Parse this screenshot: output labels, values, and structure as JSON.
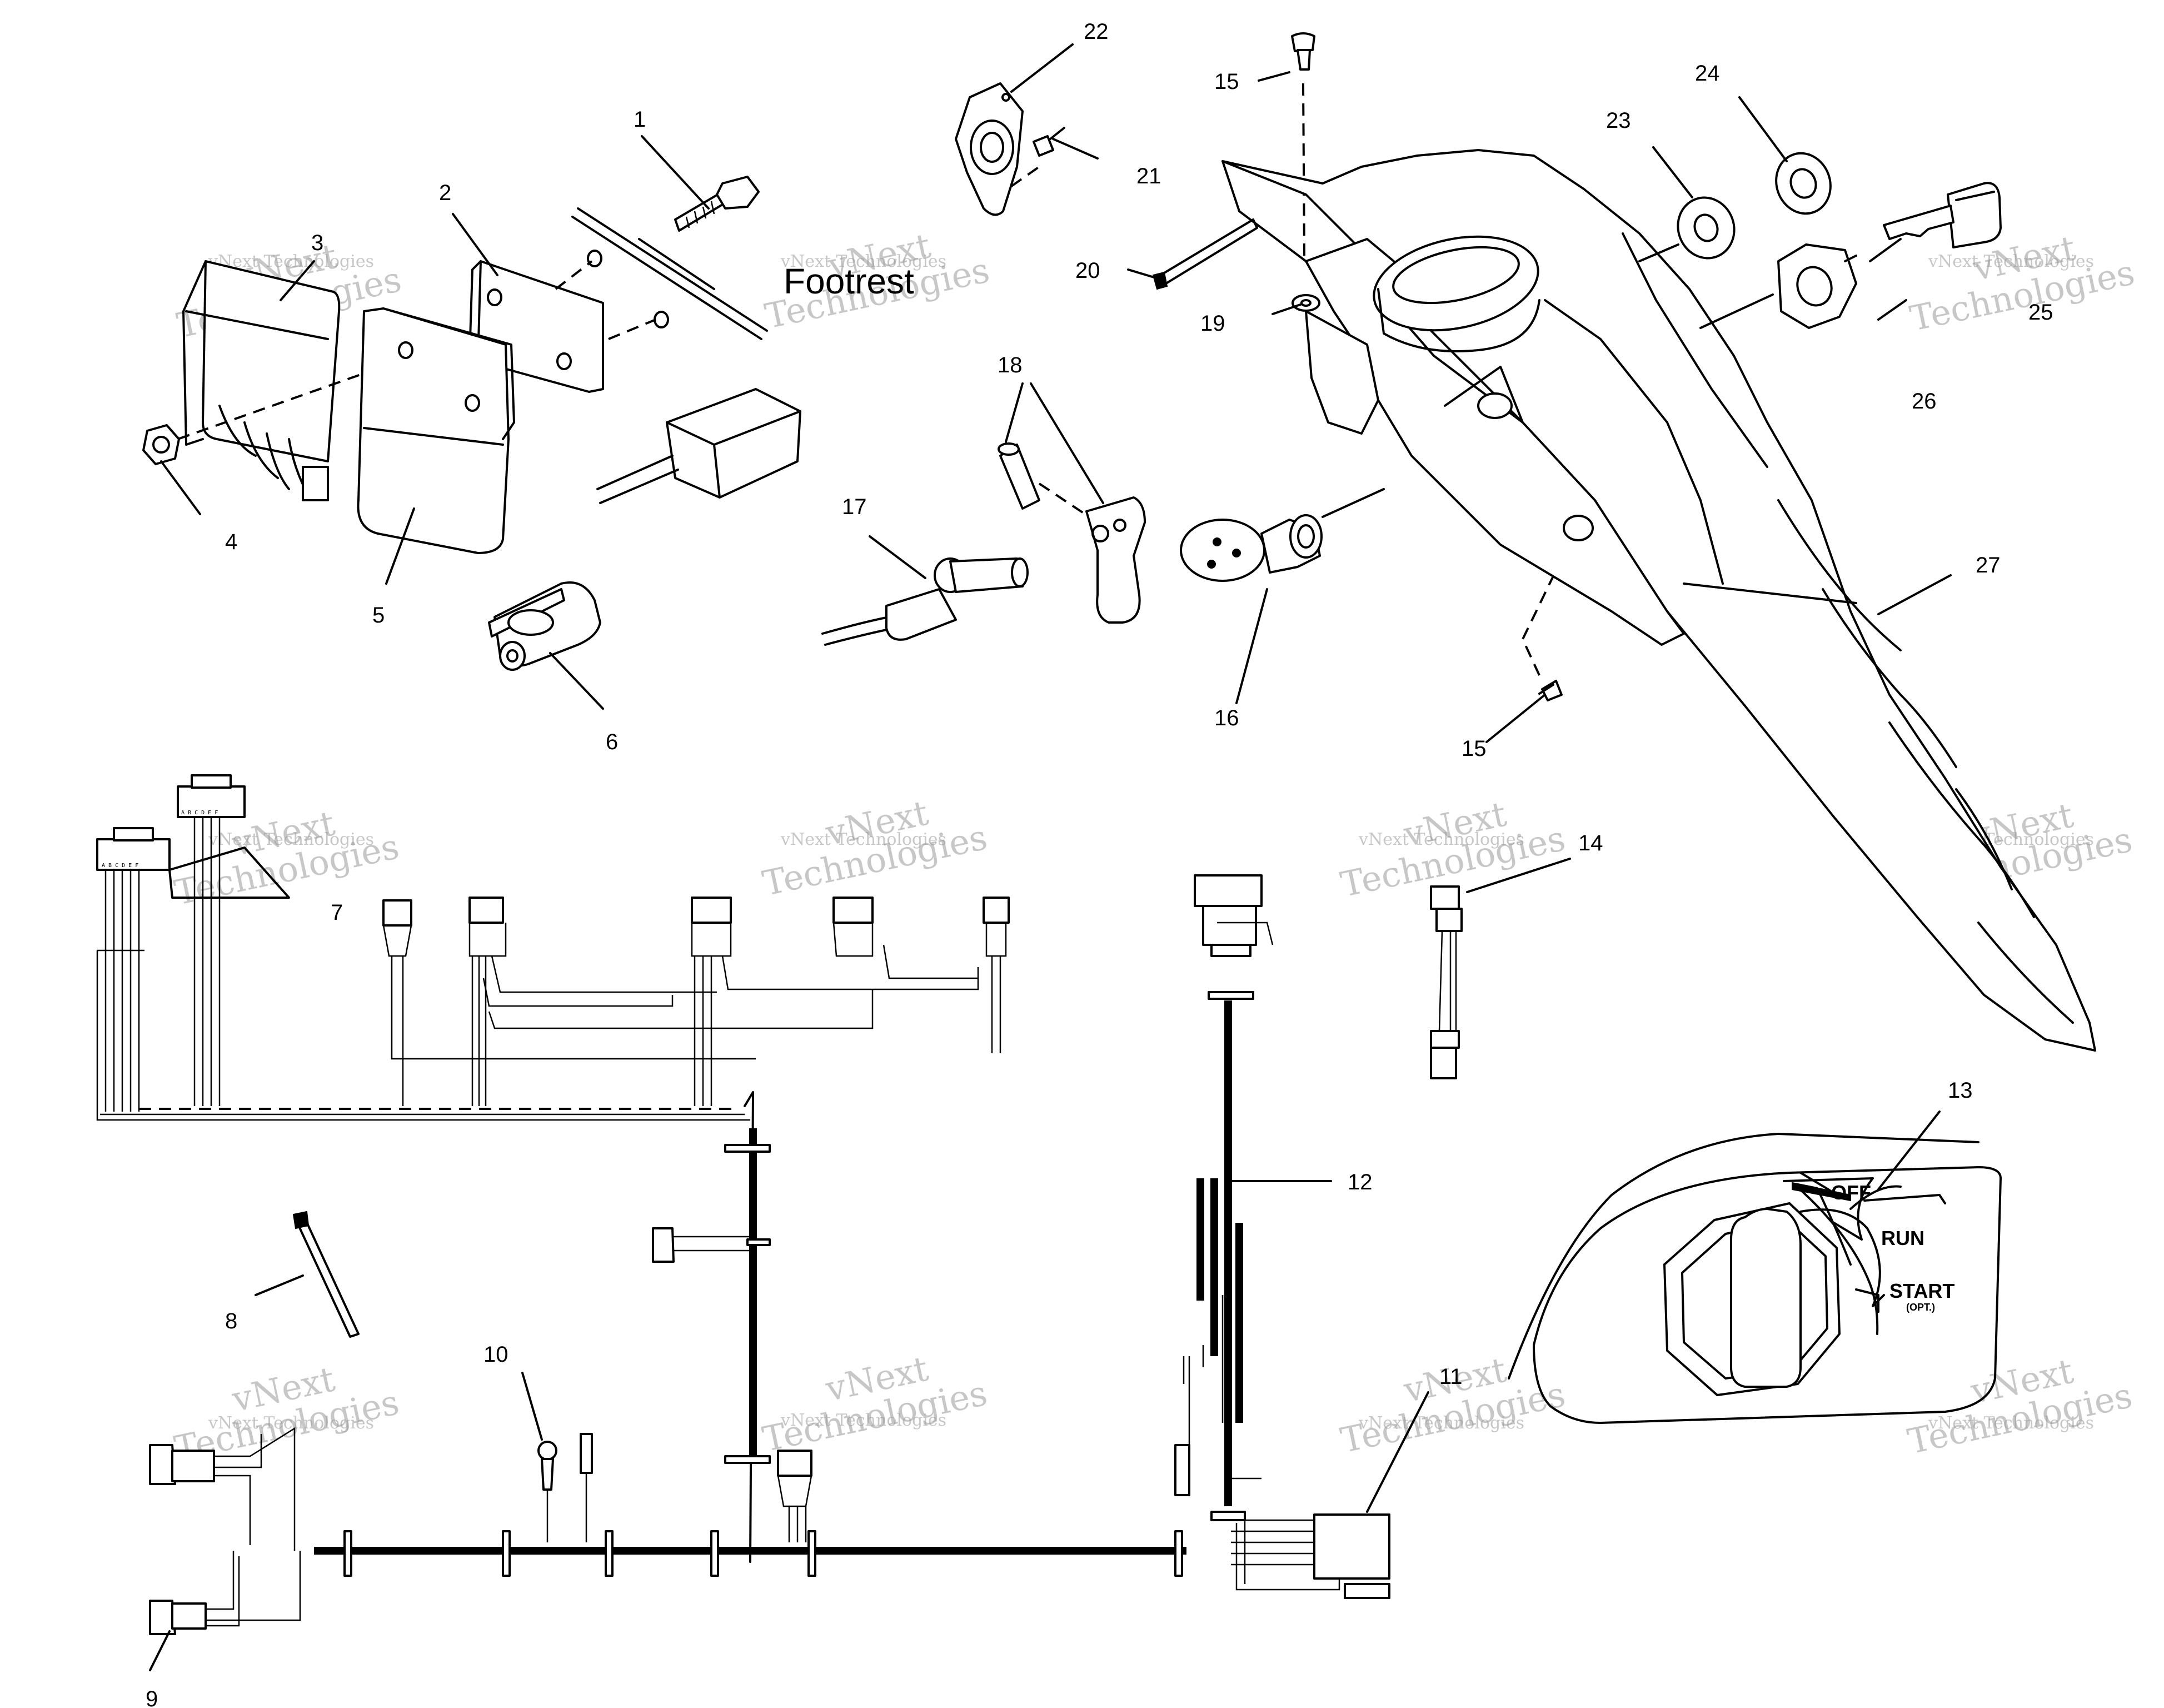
{
  "diagram": {
    "caption_footrest": "Footrest",
    "callouts": [
      {
        "id": "c1",
        "label": "1"
      },
      {
        "id": "c2",
        "label": "2"
      },
      {
        "id": "c3",
        "label": "3"
      },
      {
        "id": "c4",
        "label": "4"
      },
      {
        "id": "c5",
        "label": "5"
      },
      {
        "id": "c6",
        "label": "6"
      },
      {
        "id": "c7",
        "label": "7"
      },
      {
        "id": "c8",
        "label": "8"
      },
      {
        "id": "c9",
        "label": "9"
      },
      {
        "id": "c10",
        "label": "10"
      },
      {
        "id": "c11",
        "label": "11"
      },
      {
        "id": "c12",
        "label": "12"
      },
      {
        "id": "c13",
        "label": "13"
      },
      {
        "id": "c14",
        "label": "14"
      },
      {
        "id": "c15a",
        "label": "15"
      },
      {
        "id": "c15b",
        "label": "15"
      },
      {
        "id": "c16",
        "label": "16"
      },
      {
        "id": "c17",
        "label": "17"
      },
      {
        "id": "c18",
        "label": "18"
      },
      {
        "id": "c19",
        "label": "19"
      },
      {
        "id": "c20",
        "label": "20"
      },
      {
        "id": "c21",
        "label": "21"
      },
      {
        "id": "c22",
        "label": "22"
      },
      {
        "id": "c23",
        "label": "23"
      },
      {
        "id": "c24",
        "label": "24"
      },
      {
        "id": "c25",
        "label": "25"
      },
      {
        "id": "c26",
        "label": "26"
      },
      {
        "id": "c27",
        "label": "27"
      }
    ],
    "ignition_switch": {
      "off": "OFF",
      "run": "RUN",
      "start": "START",
      "start_note": "(OPT.)"
    },
    "connector_letters": "A B C D E F",
    "watermark": {
      "line1": "vNext Technologies",
      "line2": "vNext",
      "line3": "Technologies"
    }
  }
}
